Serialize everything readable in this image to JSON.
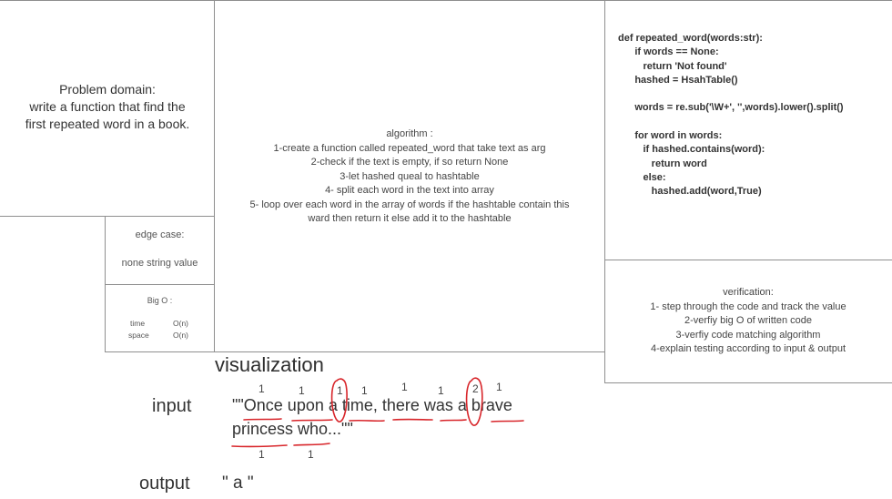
{
  "problem": {
    "lines": [
      "Problem domain:",
      "write a function that find the",
      "first repeated word in a book."
    ]
  },
  "algorithm": {
    "lines": [
      "algorithm :",
      "1-create a function called repeated_word that take text as arg",
      "2-check if the text is empty, if so return None",
      "3-let hashed queal to hashtable",
      "4- split each word in the  text into array",
      "5- loop over each word in the array of words if the hashtable contain this",
      "ward then return it else add it to the hashtable"
    ]
  },
  "code": {
    "lines": [
      "def repeated_word(words:str):",
      "      if words == None:",
      "         return 'Not found'",
      "      hashed = HsahTable()",
      "",
      "      words = re.sub('\\W+', '',words).lower().split()",
      "",
      "      for word in words:",
      "         if hashed.contains(word):",
      "            return word",
      "         else:",
      "            hashed.add(word,True)"
    ]
  },
  "edge_case": {
    "title": "edge case:",
    "value": "none string value"
  },
  "big_o": {
    "title": "Big O :",
    "rows": [
      {
        "label": "time",
        "value": "O(n)"
      },
      {
        "label": "space",
        "value": "O(n)"
      }
    ]
  },
  "verification": {
    "lines": [
      "verification:",
      "1- step through the code and track the value",
      "2-verfiy big O of written code",
      "3-verfiy code matching algorithm",
      "4-explain testing according to input & output"
    ]
  },
  "visualization": {
    "title": "visualization",
    "input_label": "input",
    "input_line_1": "\"\"Once upon a time, there was a brave",
    "input_line_2": "princess who...\"\"",
    "output_label": "output",
    "output_value": "\" a \"",
    "counts_line_1": [
      "1",
      "1",
      "1",
      "1",
      "1",
      "1",
      "2",
      "1"
    ],
    "counts_line_2": [
      "1",
      "1"
    ]
  },
  "colors": {
    "annotation": "#d8262b",
    "border": "#8f8f8f"
  }
}
